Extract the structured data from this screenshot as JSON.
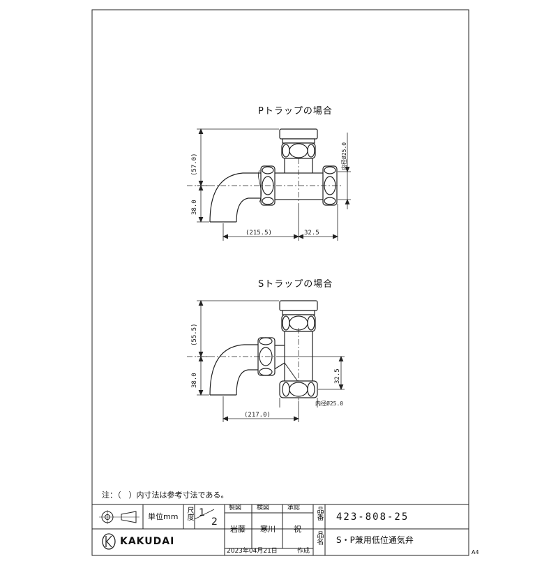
{
  "views": {
    "p_trap": {
      "title": "Pトラップの場合",
      "dims": {
        "height_upper": "(57.0)",
        "height_lower": "38.0",
        "length": "(215.5)",
        "offset": "32.5",
        "inner_dia": "内径Ø25.0"
      }
    },
    "s_trap": {
      "title": "Sトラップの場合",
      "dims": {
        "height_upper": "(55.5)",
        "height_lower": "38.0",
        "length": "(217.0)",
        "offset": "32.5",
        "inner_dia": "内径Ø25.0"
      }
    }
  },
  "note": "注：（　）内寸法は参考寸法である。",
  "title_block": {
    "unit_label": "単位mm",
    "scale_label": "尺度",
    "scale_num": "1",
    "scale_den": "2",
    "design_label": "製図",
    "check_label": "検図",
    "approve_label": "承認",
    "designer": "岩藤",
    "checker": "寒川",
    "approver": "祝",
    "product_no_label": "品番",
    "product_no": "423-808-25",
    "product_name_label": "品名",
    "product_name": "S・P兼用低位通気弁",
    "date": "2023年04月21日",
    "date_suffix": "作成",
    "brand": "KAKUDAI",
    "paper_size": "A4"
  }
}
